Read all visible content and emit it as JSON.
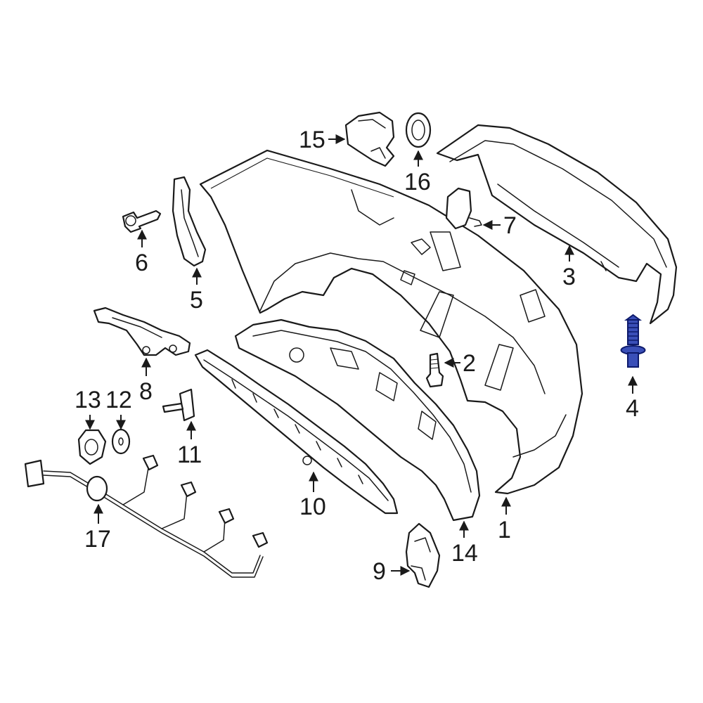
{
  "callouts": {
    "c1": "1",
    "c2": "2",
    "c3": "3",
    "c4": "4",
    "c5": "5",
    "c6": "6",
    "c7": "7",
    "c8": "8",
    "c9": "9",
    "c10": "10",
    "c11": "11",
    "c12": "12",
    "c13": "13",
    "c14": "14",
    "c15": "15",
    "c16": "16",
    "c17": "17"
  },
  "colors": {
    "line": "#1a1a1a",
    "highlight_fill": "#3a4fb8",
    "highlight_stroke": "#0d1a6b"
  },
  "highlighted_part": "4"
}
